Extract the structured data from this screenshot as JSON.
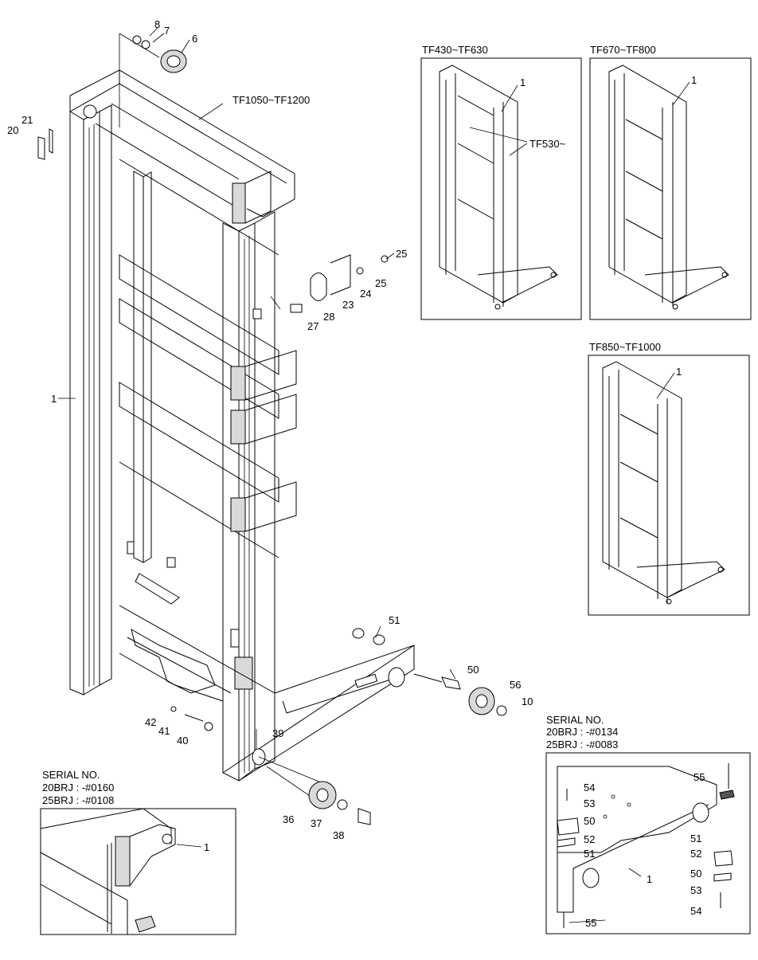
{
  "main": {
    "model_label": "TF1050~TF1200",
    "parts": {
      "p1": "1",
      "p6": "6",
      "p7": "7",
      "p8": "8",
      "p10": "10",
      "p20": "20",
      "p21": "21",
      "p23": "23",
      "p24": "24",
      "p25a": "25",
      "p25b": "25",
      "p27": "27",
      "p28": "28",
      "p36": "36",
      "p37": "37",
      "p38": "38",
      "p39": "39",
      "p40": "40",
      "p41": "41",
      "p42": "42",
      "p50": "50",
      "p51": "51",
      "p56": "56"
    }
  },
  "inset_a": {
    "title": "TF430~TF630",
    "part": "1",
    "note": "TF530~"
  },
  "inset_b": {
    "title": "TF670~TF800",
    "part": "1"
  },
  "inset_c": {
    "title": "TF850~TF1000",
    "part": "1"
  },
  "inset_serial_left": {
    "heading": "SERIAL NO.",
    "line1": "20BRJ : -#0160",
    "line2": "25BRJ : -#0108",
    "part": "1"
  },
  "inset_serial_right": {
    "heading": "SERIAL NO.",
    "line1": "20BRJ : -#0134",
    "line2": "25BRJ : -#0083",
    "parts": {
      "p55a": "55",
      "p54a": "54",
      "p53a": "53",
      "p50a": "50",
      "p52a": "52",
      "p51a": "51",
      "p1": "1",
      "p51b": "51",
      "p52b": "52",
      "p50b": "50",
      "p53b": "53",
      "p54b": "54",
      "p55b": "55"
    }
  }
}
